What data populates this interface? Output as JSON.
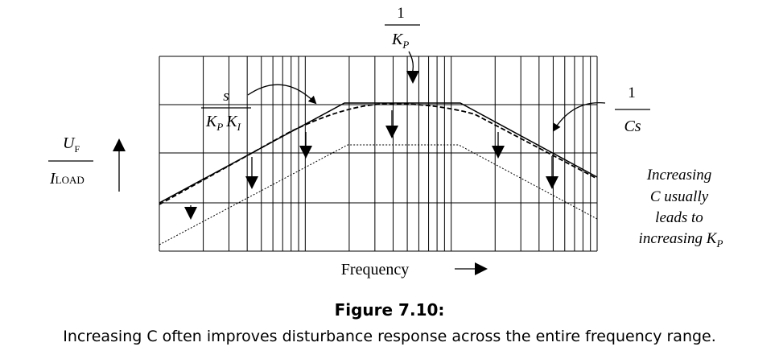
{
  "top_fraction": {
    "numerator": "1",
    "denominator_base": "K",
    "denominator_sub": "P"
  },
  "left_fraction": {
    "numerator": "s",
    "denominator_k1": "K",
    "denominator_sub1": "P",
    "denominator_k2": "K",
    "denominator_sub2": "I"
  },
  "right_fraction": {
    "numerator": "1",
    "denominator": "Cs"
  },
  "y_label": {
    "numerator_base": "U",
    "numerator_sub": "F",
    "denominator_base": "I",
    "denominator_sub": "LOAD"
  },
  "x_label": "Frequency",
  "annotation": {
    "line1": "Increasing",
    "line2": "C usually",
    "line3": "leads to",
    "line4_base": "increasing K",
    "line4_sub": "P"
  },
  "caption": {
    "title": "Figure 7.10:",
    "text": "Increasing C often improves disturbance response across the entire frequency range."
  },
  "grid": {
    "log_scale_x": true,
    "decades": 3
  }
}
